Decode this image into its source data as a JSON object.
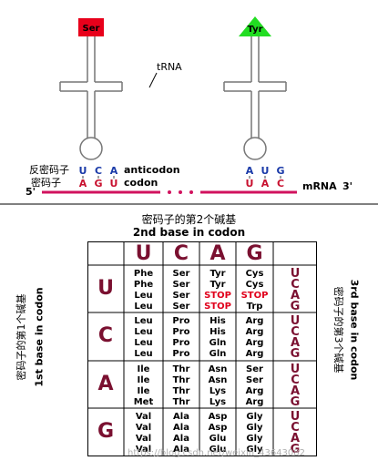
{
  "trna": {
    "left_aa": "Ser",
    "right_aa": "Tyr",
    "trna_label": "tRNA",
    "anticodon_cn": "反密码子",
    "codon_cn": "密码子",
    "anticodon_en": "anticodon",
    "codon_en": "codon",
    "left_anticodon": [
      "U",
      "C",
      "A"
    ],
    "left_codon": [
      "A",
      "G",
      "U"
    ],
    "right_anticodon": [
      "A",
      "U",
      "G"
    ],
    "right_codon": [
      "U",
      "A",
      "C"
    ],
    "five_prime": "5'",
    "mrna_label": "mRNA",
    "three_prime": "3'",
    "colors": {
      "ser": "#e8001b",
      "tyr": "#22dd22",
      "trna": "#888888",
      "mrna": "#d1125e",
      "blue": "#1a3aa8",
      "red": "#c8102e"
    }
  },
  "table": {
    "title_cn": "密码子的第2个碱基",
    "title_en": "2nd base in codon",
    "second_bases": [
      "U",
      "C",
      "A",
      "G"
    ],
    "first_bases": [
      "U",
      "C",
      "A",
      "G"
    ],
    "first_label_cn": "密码子的第1个碱基",
    "first_label_en": "1st base in codon",
    "third_label_cn": "密码子的第3个碱基",
    "third_label_en": "3rd base in codon",
    "third_bases": [
      "U",
      "C",
      "A",
      "G"
    ],
    "rows": [
      [
        [
          "Phe",
          "Phe",
          "Leu",
          "Leu"
        ],
        [
          "Ser",
          "Ser",
          "Ser",
          "Ser"
        ],
        [
          "Tyr",
          "Tyr",
          "STOP",
          "STOP"
        ],
        [
          "Cys",
          "Cys",
          "STOP",
          "Trp"
        ]
      ],
      [
        [
          "Leu",
          "Leu",
          "Leu",
          "Leu"
        ],
        [
          "Pro",
          "Pro",
          "Pro",
          "Pro"
        ],
        [
          "His",
          "His",
          "Gln",
          "Gln"
        ],
        [
          "Arg",
          "Arg",
          "Arg",
          "Arg"
        ]
      ],
      [
        [
          "Ile",
          "Ile",
          "Ile",
          "Met"
        ],
        [
          "Thr",
          "Thr",
          "Thr",
          "Thr"
        ],
        [
          "Asn",
          "Asn",
          "Lys",
          "Lys"
        ],
        [
          "Ser",
          "Ser",
          "Arg",
          "Arg"
        ]
      ],
      [
        [
          "Val",
          "Val",
          "Val",
          "Val"
        ],
        [
          "Ala",
          "Ala",
          "Ala",
          "Ala"
        ],
        [
          "Asp",
          "Asp",
          "Glu",
          "Glu"
        ],
        [
          "Gly",
          "Gly",
          "Gly",
          "Gly"
        ]
      ]
    ]
  },
  "watermark": "https://blog.csdn.net/weixin_43643082"
}
